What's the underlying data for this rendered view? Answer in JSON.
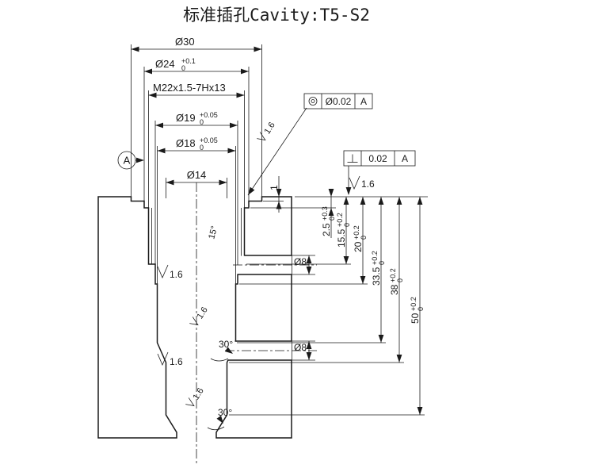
{
  "title": "标准插孔Cavity:T5-S2",
  "dims": {
    "d30": {
      "label": "Ø30"
    },
    "d24": {
      "label": "Ø24",
      "tol_up": "+0.1",
      "tol_dn": "0"
    },
    "m22": {
      "label": "M22x1.5-7Hx13"
    },
    "d19": {
      "label": "Ø19",
      "tol_up": "+0.05",
      "tol_dn": "0"
    },
    "d18": {
      "label": "Ø18",
      "tol_up": "+0.05",
      "tol_dn": "0"
    },
    "d14": {
      "label": "Ø14"
    },
    "depth_1": {
      "label": "1"
    },
    "depth_2_5": {
      "label": "2.5",
      "tol_up": "+0.3",
      "tol_dn": "0"
    },
    "depth_15_5": {
      "label": "15.5",
      "tol_up": "+0.2",
      "tol_dn": "0"
    },
    "depth_20": {
      "label": "20",
      "tol_up": "+0.2",
      "tol_dn": "0"
    },
    "depth_33_5": {
      "label": "33.5",
      "tol_up": "+0.2",
      "tol_dn": "0"
    },
    "depth_38": {
      "label": "38",
      "tol_up": "+0.2",
      "tol_dn": "0"
    },
    "depth_50": {
      "label": "50",
      "tol_up": "+0.2",
      "tol_dn": "0"
    },
    "port_top": {
      "label": "Ø8"
    },
    "port_bottom": {
      "label": "Ø8"
    },
    "angle_upper": {
      "label": "30°"
    },
    "angle_lower": {
      "label": "30°"
    },
    "angle_chamfer": {
      "label": "15°"
    }
  },
  "roughness": {
    "thread": "1.6",
    "face": "1.6",
    "bore_step1": "1.6",
    "bore_cone1": "1.6",
    "bore_step2": "1.6",
    "bore_cone2": "1.6"
  },
  "datum": {
    "label": "A"
  },
  "gdt": {
    "concentricity": {
      "symbol_name": "concentricity",
      "value": "Ø0.02",
      "datum": "A"
    },
    "perpendicularity": {
      "symbol_name": "perpendicularity",
      "value": "0.02",
      "datum": "A"
    }
  },
  "colors": {
    "line": "#1a1a1a",
    "background": "#ffffff"
  }
}
